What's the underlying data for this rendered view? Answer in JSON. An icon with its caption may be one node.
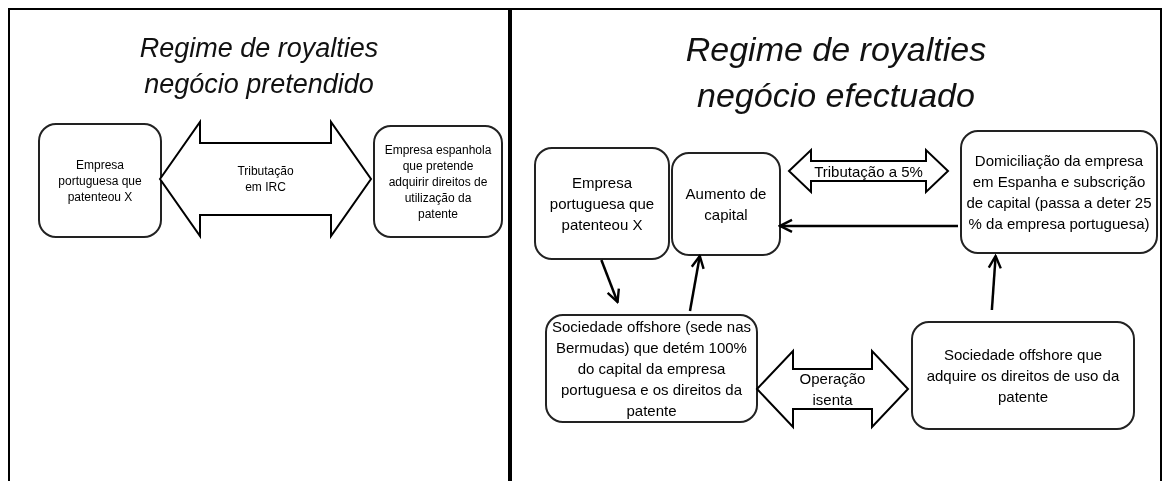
{
  "diagram": {
    "nodes": [
      {
        "text": [
          "Regime de royalties negócio pretendido"
        ]
      },
      {
        "text": [
          "Empresa portuguesa que patenteou X"
        ],
        "in": 0
      },
      {
        "text": [
          "Empresa espanhola que pretende adquirir direitos de utilização da patente"
        ],
        "in": 0
      },
      {
        "text": [
          "Regime de royalties negócio efectuado"
        ]
      },
      {
        "text": [
          "Empresa portuguesa que patenteou X"
        ],
        "in": 3
      },
      {
        "text": [
          "Aumento de capital"
        ],
        "in": 3
      },
      {
        "text": [
          "Domiciliação da empresa em Espanha e subscrição de capital (passa a deter 25 % da empresa portuguesa)"
        ],
        "in": 3
      },
      {
        "text": [
          "Sociedade offshore (sede nas Bermudas) que detém 100% do capital da empresa portuguesa e os direitos da patente"
        ],
        "in": 3
      },
      {
        "text": [
          "Sociedade offshore que adquire os direitos de uso da patente"
        ],
        "in": 3
      }
    ],
    "edges": [
      {
        "from": 1,
        "to": 2,
        "arrow": "both",
        "label": "Tributação em IRC",
        "style": "thick"
      },
      {
        "from": 5,
        "to": 6,
        "arrow": "both",
        "label": "Tributação a 5%",
        "style": "thick"
      },
      {
        "from": 6,
        "to": 5,
        "arrow": "to"
      },
      {
        "from": 4,
        "to": 7,
        "arrow": "to"
      },
      {
        "from": 7,
        "to": 5,
        "arrow": "to"
      },
      {
        "from": 8,
        "to": 6,
        "arrow": "to"
      },
      {
        "from": 7,
        "to": 8,
        "arrow": "both",
        "label": "Operação isenta",
        "style": "thick"
      }
    ]
  }
}
